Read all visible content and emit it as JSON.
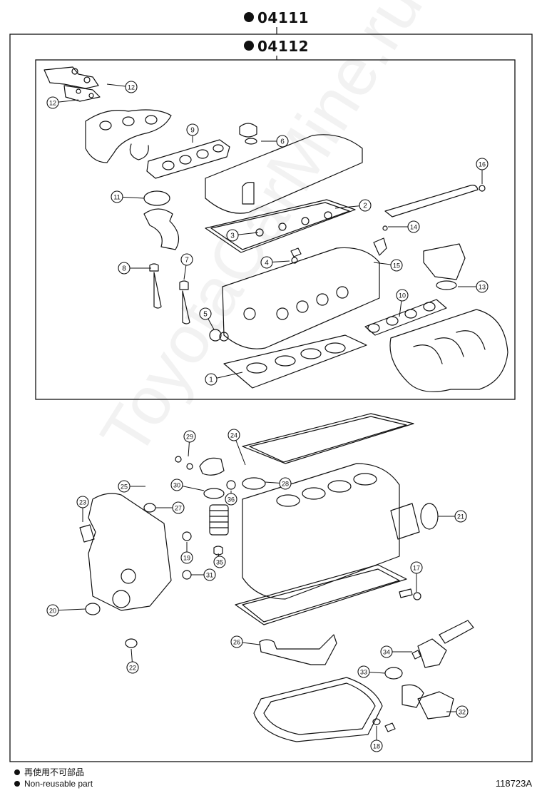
{
  "kits": [
    {
      "code": "04111"
    },
    {
      "code": "04112"
    }
  ],
  "watermark": "ToyotaCarMine.ru",
  "legend": [
    {
      "text": "再使用不可部品"
    },
    {
      "text": "Non-reusable part"
    }
  ],
  "illustration_code": "118723A",
  "callouts": [
    {
      "id": "c12a",
      "num": "12"
    },
    {
      "id": "c12b",
      "num": "12"
    },
    {
      "id": "c9",
      "num": "9"
    },
    {
      "id": "c6",
      "num": "6"
    },
    {
      "id": "c16",
      "num": "16"
    },
    {
      "id": "c11",
      "num": "11"
    },
    {
      "id": "c2",
      "num": "2"
    },
    {
      "id": "c3",
      "num": "3"
    },
    {
      "id": "c14",
      "num": "14"
    },
    {
      "id": "c4",
      "num": "4"
    },
    {
      "id": "c15",
      "num": "15"
    },
    {
      "id": "c8",
      "num": "8"
    },
    {
      "id": "c7",
      "num": "7"
    },
    {
      "id": "c13",
      "num": "13"
    },
    {
      "id": "c10",
      "num": "10"
    },
    {
      "id": "c5",
      "num": "5"
    },
    {
      "id": "c1",
      "num": "1"
    },
    {
      "id": "c29",
      "num": "29"
    },
    {
      "id": "c24",
      "num": "24"
    },
    {
      "id": "c25",
      "num": "25"
    },
    {
      "id": "c30",
      "num": "30"
    },
    {
      "id": "c28",
      "num": "28"
    },
    {
      "id": "c36",
      "num": "36"
    },
    {
      "id": "c23",
      "num": "23"
    },
    {
      "id": "c27",
      "num": "27"
    },
    {
      "id": "c21",
      "num": "21"
    },
    {
      "id": "c19",
      "num": "19"
    },
    {
      "id": "c35",
      "num": "35"
    },
    {
      "id": "c31",
      "num": "31"
    },
    {
      "id": "c17",
      "num": "17"
    },
    {
      "id": "c20",
      "num": "20"
    },
    {
      "id": "c26",
      "num": "26"
    },
    {
      "id": "c34",
      "num": "34"
    },
    {
      "id": "c22",
      "num": "22"
    },
    {
      "id": "c33",
      "num": "33"
    },
    {
      "id": "c32",
      "num": "32"
    },
    {
      "id": "c18",
      "num": "18"
    }
  ]
}
